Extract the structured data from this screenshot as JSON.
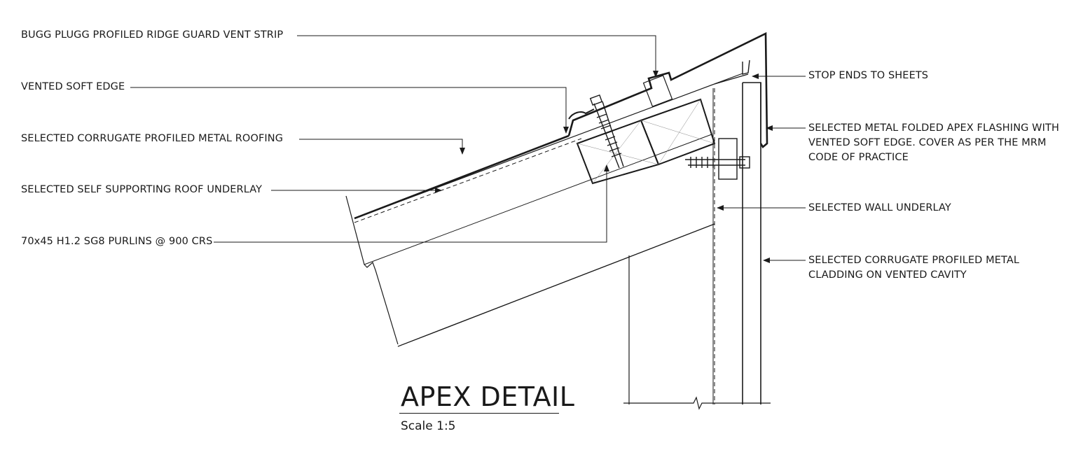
{
  "title": "APEX DETAIL",
  "scale": "Scale 1:5",
  "labels": {
    "ridge_vent": "BUGG PLUGG PROFILED RIDGE GUARD VENT STRIP",
    "soft_edge": "VENTED SOFT EDGE",
    "roofing": "SELECTED CORRUGATE PROFILED METAL ROOFING",
    "roof_underlay": "SELECTED SELF SUPPORTING ROOF UNDERLAY",
    "purlins": "70x45 H1.2 SG8 PURLINS @ 900 CRS",
    "stop_ends": "STOP ENDS TO SHEETS",
    "apex_flashing": [
      "SELECTED METAL FOLDED APEX FLASHING WITH",
      "VENTED SOFT EDGE. COVER AS PER THE MRM",
      "CODE OF PRACTICE"
    ],
    "wall_underlay": "SELECTED WALL UNDERLAY",
    "cladding": [
      "SELECTED CORRUGATE PROFILED METAL",
      "CLADDING ON VENTED CAVITY"
    ]
  }
}
